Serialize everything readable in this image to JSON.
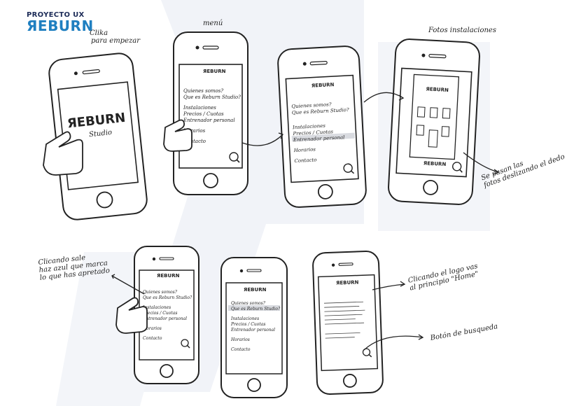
{
  "brand": {
    "line1": "PROYECTO UX",
    "line2": "ЯEBURN",
    "colors": {
      "navy": "#1c2b57",
      "blue": "#1f7fc0"
    }
  },
  "annotations": {
    "clika": [
      "Clika",
      "para empezar"
    ],
    "menu": "menú",
    "fotos": "Fotos instalaciones",
    "pasan": [
      "Se pasan las",
      "fotos deslizando el dedo"
    ],
    "clicando_sale": [
      "Clicando sale",
      "haz azul que marca",
      "lo que has apretado"
    ],
    "clicando_logo": [
      "Clicando el logo vas",
      "al principio \"Home\""
    ],
    "boton": "Botón de busqueda"
  },
  "screen": {
    "logo": "ЯEBURN",
    "sub": "Studio",
    "menu_items": [
      "Quienes somos?",
      "Que es Reburn Studio?",
      "Instalaciones",
      "Precios / Cuotas",
      "Entrenador personal",
      "Horarios",
      "Contacto"
    ]
  },
  "icons": [
    "pointing-hand-icon",
    "search-icon",
    "arrow-icon"
  ]
}
